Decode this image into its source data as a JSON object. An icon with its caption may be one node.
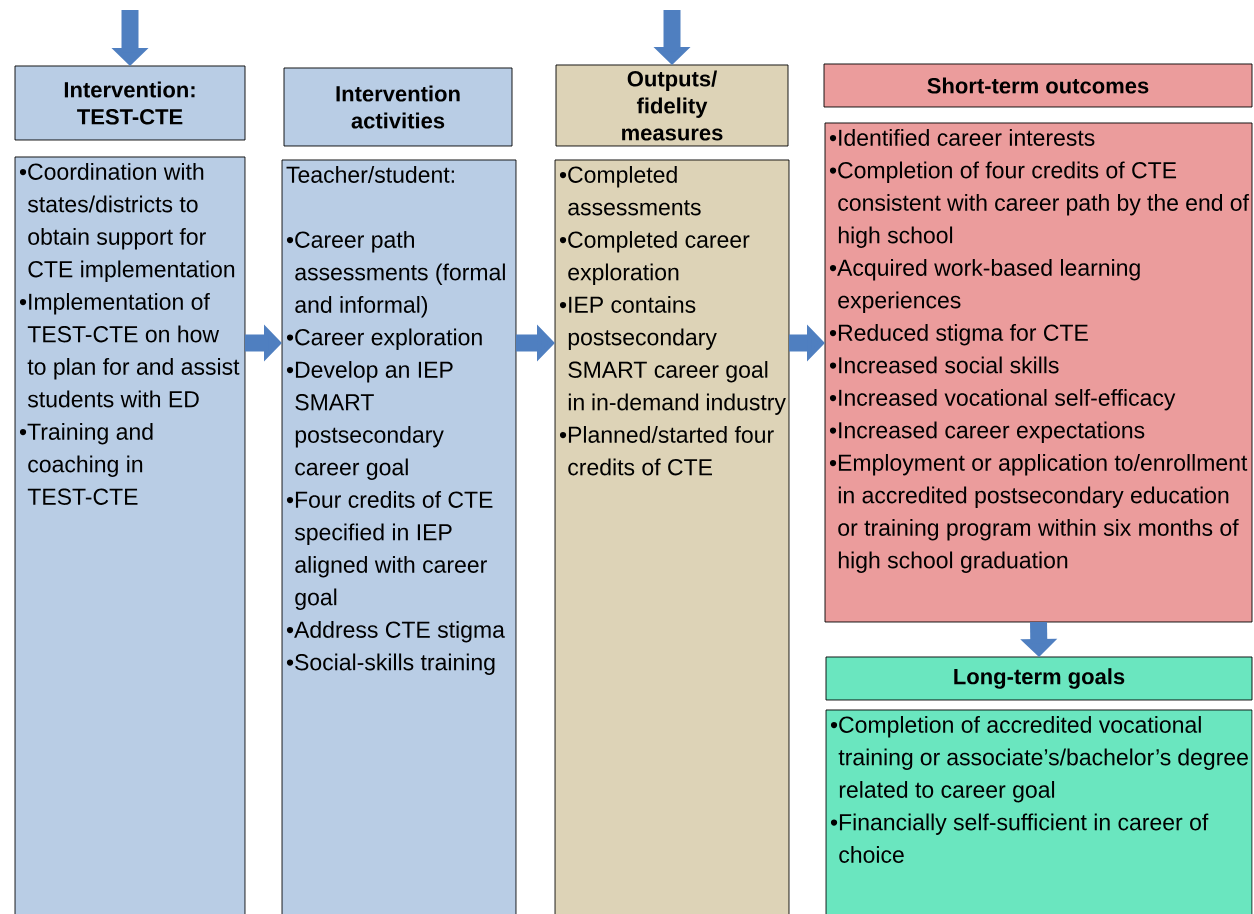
{
  "diagram": {
    "nodes": [
      {
        "text": [
          "Intervention: TEST-CTE"
        ]
      },
      {
        "text": [
          "•Coordination with states/districts to obtain support for CTE implementation",
          "•Implementation of TEST-CTE on how to plan for and assist students with ED",
          "•Training and coaching in TEST-CTE"
        ]
      },
      {
        "text": [
          "Intervention activities"
        ]
      },
      {
        "text": [
          "Teacher/student:",
          "•Career path assessments (formal and informal)",
          "•Career exploration",
          "•Develop an IEP SMART postsecondary career goal",
          "•Four credits of CTE specified in IEP aligned with career goal",
          "•Address CTE stigma",
          "•Social-skills training"
        ]
      },
      {
        "text": [
          "Outputs/ fidelity measures"
        ]
      },
      {
        "text": [
          "•Completed assessments",
          "•Completed career exploration",
          "•IEP contains postsecondary SMART career goal in in-demand industry",
          "•Planned/started four credits of CTE"
        ]
      },
      {
        "text": [
          "Short-term outcomes"
        ]
      },
      {
        "text": [
          "•Identified career interests",
          "•Completion of four credits of CTE consistent with career path by the end of high school",
          "•Acquired work-based learning experiences",
          "•Reduced stigma for CTE",
          "•Increased social skills",
          "•Increased vocational self-efficacy",
          "•Increased career expectations",
          "•Employment or application to/enrollment in accredited postsecondary education or training program within six months of high school graduation"
        ]
      },
      {
        "text": [
          "Long-term goals"
        ]
      },
      {
        "text": [
          "•Completion of accredited vocational training or associate’s/bachelor’s degree related to career goal",
          "•Financially self-sufficient in career of choice"
        ]
      }
    ],
    "edges": [
      {
        "from": null,
        "to": 0,
        "arrow": "to"
      },
      {
        "from": null,
        "to": 4,
        "arrow": "to"
      },
      {
        "from": 1,
        "to": 3,
        "arrow": "to"
      },
      {
        "from": 3,
        "to": 5,
        "arrow": "to"
      },
      {
        "from": 5,
        "to": 7,
        "arrow": "to"
      },
      {
        "from": 7,
        "to": 8,
        "arrow": "to"
      }
    ]
  }
}
